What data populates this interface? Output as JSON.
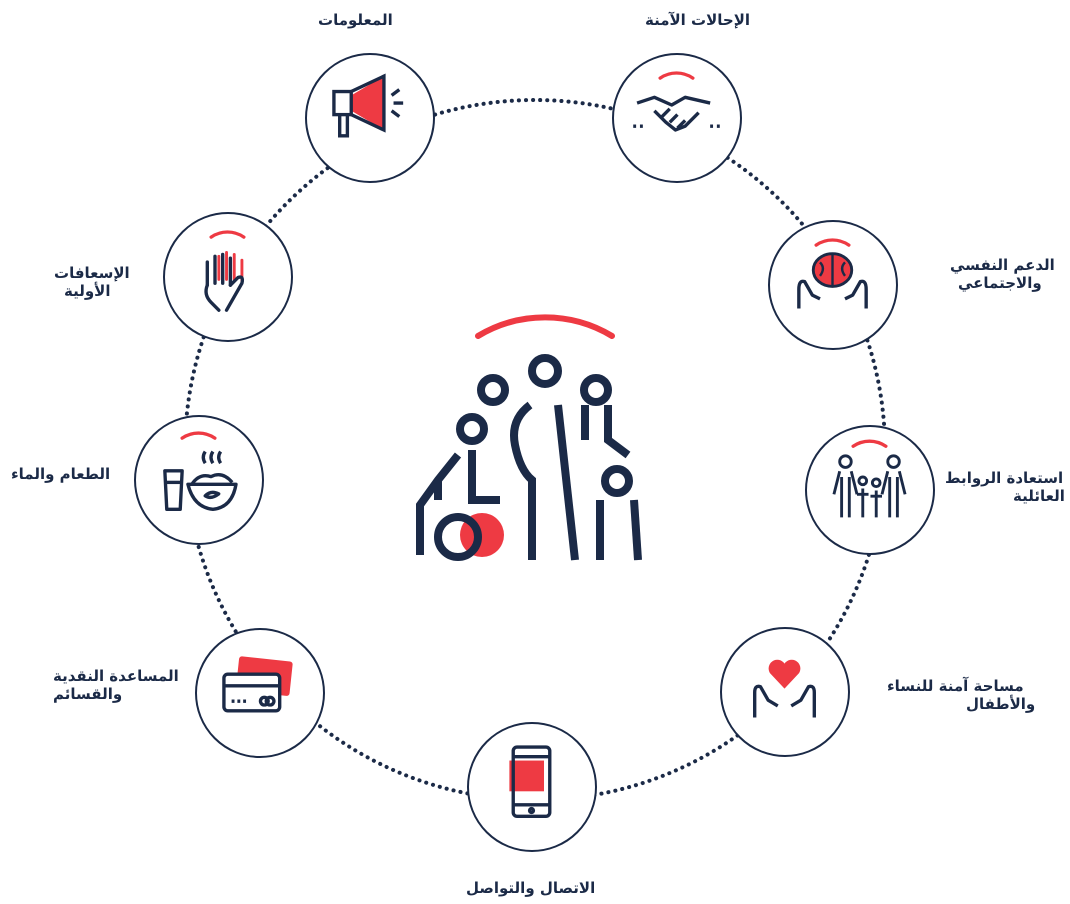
{
  "colors": {
    "navy": "#1b2a47",
    "red": "#ee3a43"
  },
  "center": {
    "icon": "family-wheelchair-icon"
  },
  "services": [
    {
      "id": "information",
      "icon": "megaphone-icon",
      "label": "المعلومات"
    },
    {
      "id": "safe-referrals",
      "icon": "handshake-icon",
      "label": "الإحالات الآمنة"
    },
    {
      "id": "psychosocial-support",
      "icon": "brain-hands-icon",
      "label_1": "الدعم النفسي",
      "label_2": "والاجتماعي"
    },
    {
      "id": "family-links",
      "icon": "family-icon",
      "label_1": "استعادة الروابط",
      "label_2": "العائلية"
    },
    {
      "id": "safe-space",
      "icon": "heart-hands-icon",
      "label_1": "مساحة آمنة للنساء",
      "label_2": "والأطفال"
    },
    {
      "id": "communication",
      "icon": "phone-icon",
      "label": "الاتصال والتواصل"
    },
    {
      "id": "cash-assistance",
      "icon": "cards-icon",
      "label_1": "المساعدة النقدية",
      "label_2": "والقسائم"
    },
    {
      "id": "food-water",
      "icon": "food-water-icon",
      "label": "الطعام والماء"
    },
    {
      "id": "first-aid",
      "icon": "raised-hand-icon",
      "label_1": "الإسعافات",
      "label_2": "الأولية"
    }
  ]
}
